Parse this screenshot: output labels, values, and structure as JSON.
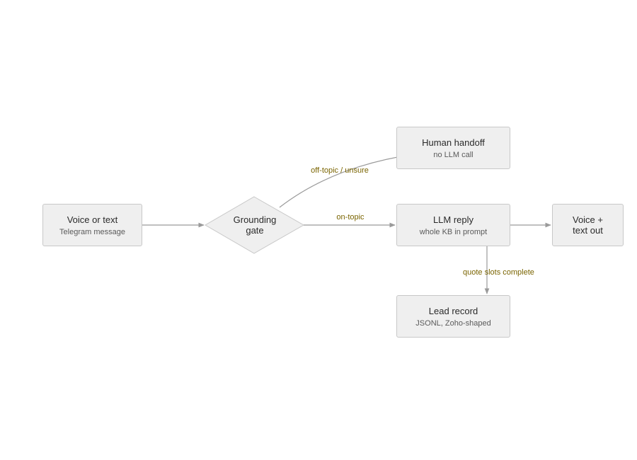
{
  "diagram": {
    "nodes": {
      "input": {
        "title": "Voice or text",
        "sub": "Telegram message"
      },
      "gate": {
        "title_line1": "Grounding",
        "title_line2": "gate"
      },
      "handoff": {
        "title": "Human handoff",
        "sub": "no LLM call"
      },
      "llm": {
        "title": "LLM reply",
        "sub": "whole KB in prompt"
      },
      "output": {
        "title_line1": "Voice +",
        "title_line2": "text out"
      },
      "lead": {
        "title": "Lead record",
        "sub": "JSONL, Zoho-shaped"
      }
    },
    "edge_labels": {
      "off_topic": "off-topic / unsure",
      "on_topic": "on-topic",
      "quote": "quote slots complete"
    },
    "colors": {
      "node_fill": "#efefef",
      "node_border": "#c8c8c8",
      "edge": "#9a9a9a",
      "edge_label": "#7a6400"
    }
  }
}
